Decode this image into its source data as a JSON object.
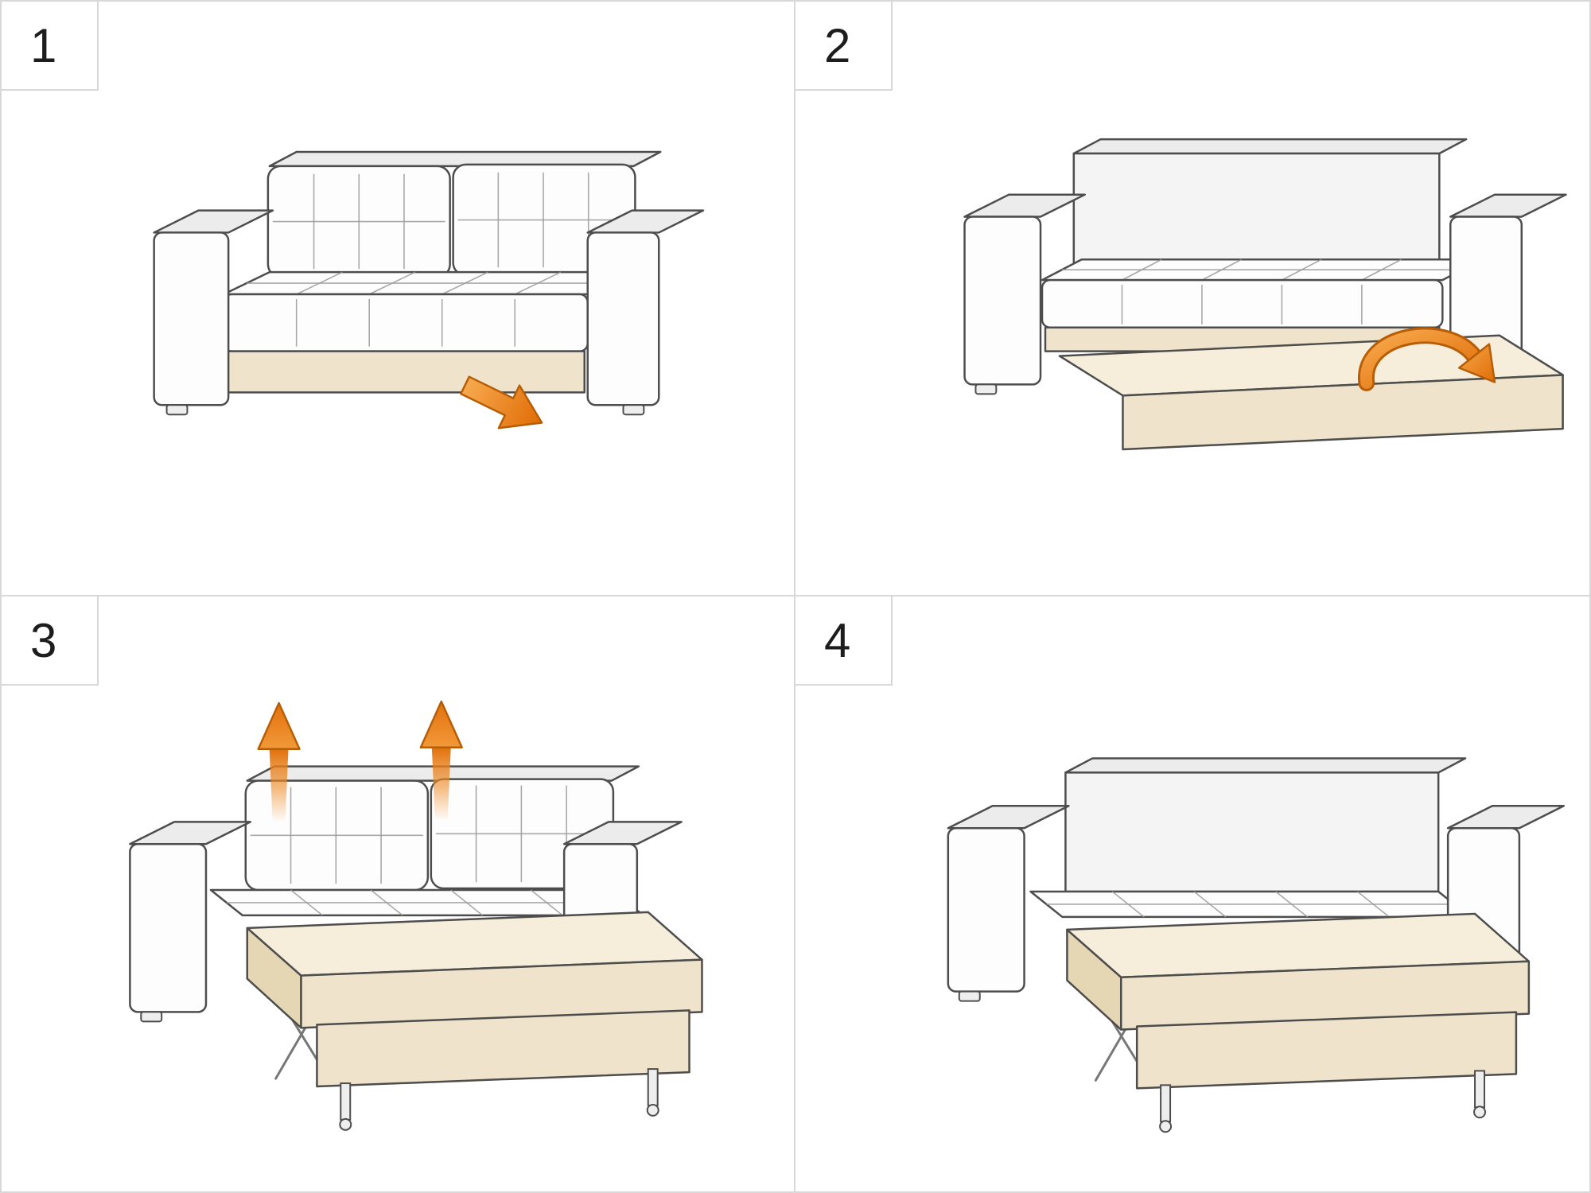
{
  "document": {
    "kind": "instruction-diagram",
    "subject": "sofa-bed-conversion",
    "grid": {
      "rows": 2,
      "cols": 2,
      "line_color": "#d8d8d8",
      "background": "#ffffff"
    }
  },
  "steps": [
    {
      "number": "1",
      "illustration": "sofa-closed",
      "action_icon": "pull-out-arrow-down-right"
    },
    {
      "number": "2",
      "illustration": "sofa-base-pulled-out",
      "action_icon": "flip-over-curved-arrow"
    },
    {
      "number": "3",
      "illustration": "sofa-bed-extended-cushions-on",
      "action_icon": "lift-cushions-up-arrows"
    },
    {
      "number": "4",
      "illustration": "sofa-bed-complete",
      "action_icon": "none"
    }
  ],
  "colors": {
    "arrow_orange_dark": "#e06c05",
    "arrow_orange_light": "#f7a94e",
    "arrow_outline": "#b65d06",
    "sofa_outline": "#4d4d4d",
    "sofa_white": "#fdfdfd",
    "sofa_shade": "#ececec",
    "base_cream": "#efe4cb",
    "mattress_cream": "#f6eeda",
    "number_color": "#1d1d1d",
    "divider": "#d8d8d8"
  }
}
